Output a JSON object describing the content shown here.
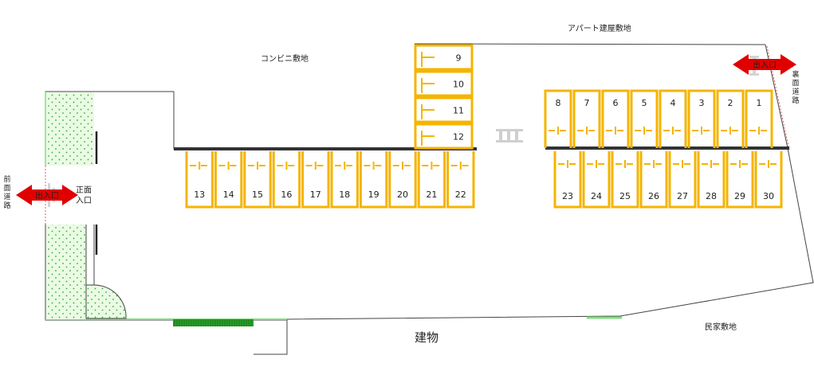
{
  "labels": {
    "apartment": "アパート建屋敷地",
    "convenience": "コンビニ敷地",
    "building": "建物",
    "private_house": "民家敷地",
    "front_road": "前面道路",
    "back_road": "裏面道路",
    "front_entrance": "正面入口",
    "exit_entrance_left": "出入口",
    "exit_entrance_right": "出入口"
  },
  "parking": {
    "vertical_block": [
      "9",
      "10",
      "11",
      "12"
    ],
    "top_right_row": [
      "8",
      "7",
      "6",
      "5",
      "4",
      "3",
      "2",
      "1"
    ],
    "center_row": [
      "13",
      "14",
      "15",
      "16",
      "17",
      "18",
      "19",
      "20",
      "21",
      "22"
    ],
    "bottom_right_row": [
      "23",
      "24",
      "25",
      "26",
      "27",
      "28",
      "29",
      "30"
    ]
  },
  "colors": {
    "space_line": "#f5b400",
    "curb": "#333333",
    "arrow": "#e00000",
    "planting_fill": "#eafbe4",
    "planting_dot": "#3aa83a",
    "hedge": "#2a9d2a",
    "boundary": "#444444",
    "green_edge": "#7ee07e"
  },
  "icons": {
    "arrow": "double-arrow-icon"
  }
}
